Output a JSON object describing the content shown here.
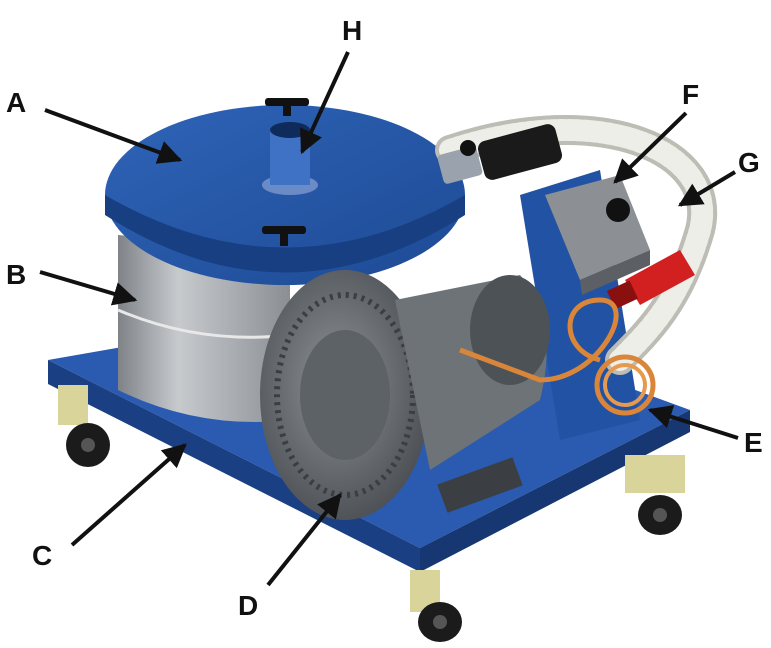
{
  "figure": {
    "labels": [
      {
        "letter": "A"
      },
      {
        "letter": "B"
      },
      {
        "letter": "C"
      },
      {
        "letter": "D"
      },
      {
        "letter": "E"
      },
      {
        "letter": "F"
      },
      {
        "letter": "G"
      },
      {
        "letter": "H"
      }
    ]
  },
  "colors": {
    "frame_blue": "#1f4fa0",
    "lid_blue": "#2456a8",
    "drum_grey": "#9a9ea3",
    "motor_grey": "#6e7378",
    "hose_white": "#e6e6e0",
    "tube_copper": "#d9863a",
    "plug_red": "#d22020",
    "wheel_yellow": "#d8d49a",
    "wheel_black": "#1b1b1b",
    "arrow_black": "#111111"
  }
}
